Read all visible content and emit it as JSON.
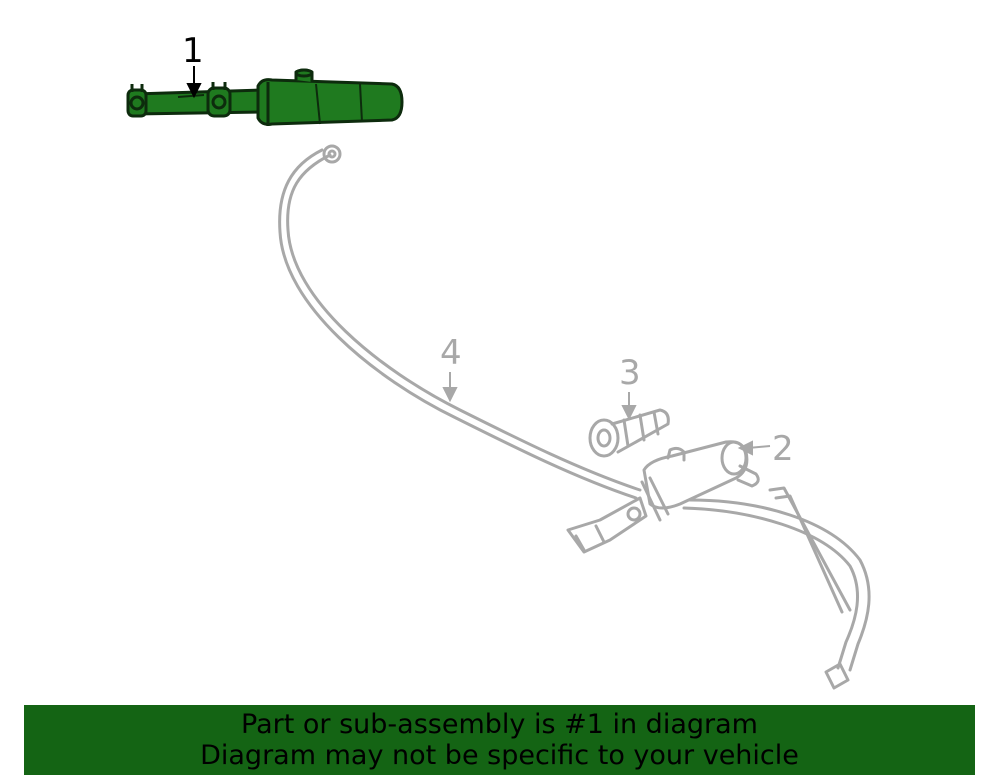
{
  "callouts": {
    "part1": "1",
    "part2": "2",
    "part3": "3",
    "part4": "4"
  },
  "banner": {
    "line1": "Part or sub-assembly is #1 in diagram",
    "line2": "Diagram may not be specific to your vehicle"
  },
  "colors": {
    "highlight_fill": "#1f7a1f",
    "highlight_stroke": "#0d2b0d",
    "ghost_stroke": "#a8a8a8",
    "banner_bg": "#146414"
  }
}
